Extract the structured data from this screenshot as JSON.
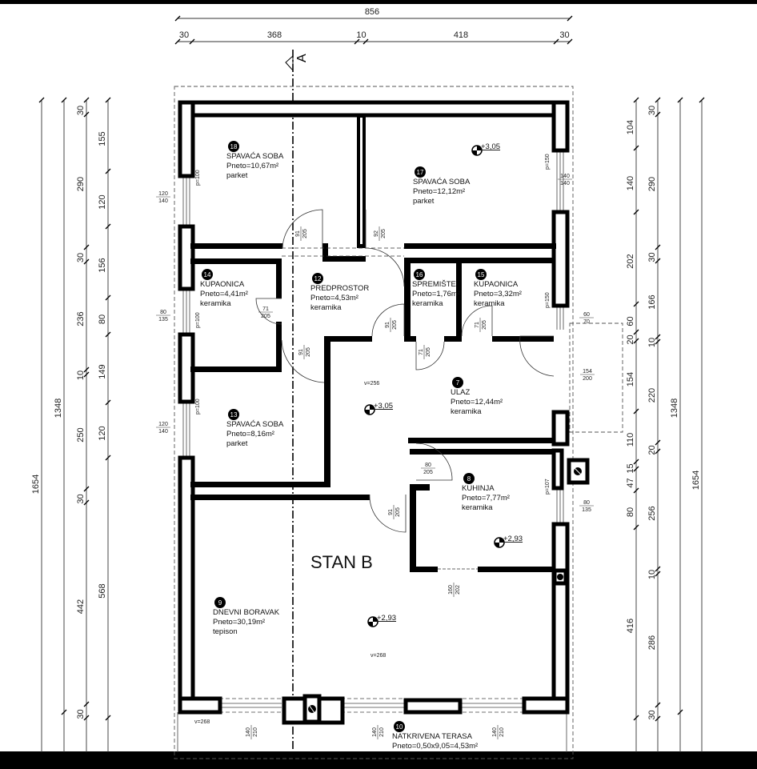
{
  "section_marker": "A",
  "title": "STAN B",
  "dimensions": {
    "top_total": "856",
    "top_chain": [
      "30",
      "368",
      "10",
      "418",
      "30"
    ],
    "left_total": "1654",
    "left_mid": "1348",
    "left_a": [
      "30",
      "290",
      "30",
      "236",
      "10",
      "250",
      "30",
      "442",
      "30"
    ],
    "left_b": [
      "155",
      "120",
      "156",
      "80",
      "149",
      "120",
      "568"
    ],
    "right_a": [
      "104",
      "140",
      "202",
      "60",
      "20",
      "154",
      "110",
      "15",
      "47",
      "80",
      "416"
    ],
    "right_b": [
      "30",
      "290",
      "30",
      "166",
      "10",
      "220",
      "20",
      "256",
      "10",
      "286",
      "30"
    ],
    "right_mid": "1348",
    "right_total": "1654"
  },
  "rooms": [
    {
      "num": "18",
      "name": "SPAVAĆA SOBA",
      "area": "Pneto=10,67m²",
      "floor": "parket"
    },
    {
      "num": "17",
      "name": "SPAVAĆA SOBA",
      "area": "Pneto=12,12m²",
      "floor": "parket"
    },
    {
      "num": "14",
      "name": "KUPAONICA",
      "area": "Pneto=4,41m²",
      "floor": "keramika"
    },
    {
      "num": "12",
      "name": "PREDPROSTOR",
      "area": "Pneto=4,53m²",
      "floor": "keramika"
    },
    {
      "num": "16",
      "name": "SPREMIŠTE",
      "area": "Pneto=1,76m²",
      "floor": "keramika"
    },
    {
      "num": "15",
      "name": "KUPAONICA",
      "area": "Pneto=3,32m²",
      "floor": "keramika"
    },
    {
      "num": "7",
      "name": "ULAZ",
      "area": "Pneto=12,44m²",
      "floor": "keramika"
    },
    {
      "num": "13",
      "name": "SPAVAĆA SOBA",
      "area": "Pneto=8,16m²",
      "floor": "parket"
    },
    {
      "num": "8",
      "name": "KUHINJA",
      "area": "Pneto=7,77m²",
      "floor": "keramika"
    },
    {
      "num": "9",
      "name": "DNEVNI BORAVAK",
      "area": "Pneto=30,19m²",
      "floor": "tepison"
    },
    {
      "num": "10",
      "name": "NATKRIVENA TERASA",
      "area": "Pneto=0,50x9,05=4,53m²",
      "floor": ""
    }
  ],
  "levels": [
    "+3,05",
    "+3,05",
    "+2,93",
    "+2,93"
  ],
  "heights": [
    "v=256",
    "v=268",
    "v=268"
  ],
  "openings": [
    {
      "top": "91",
      "bottom": "205"
    },
    {
      "top": "92",
      "bottom": "205"
    },
    {
      "top": "71",
      "bottom": "205"
    },
    {
      "top": "91",
      "bottom": "205"
    },
    {
      "top": "71",
      "bottom": "205"
    },
    {
      "top": "71",
      "bottom": "205"
    },
    {
      "top": "91",
      "bottom": "205"
    },
    {
      "top": "80",
      "bottom": "205"
    },
    {
      "top": "91",
      "bottom": "205"
    },
    {
      "top": "160",
      "bottom": "202"
    },
    {
      "top": "120",
      "bottom": "140"
    },
    {
      "top": "80",
      "bottom": "135"
    },
    {
      "top": "120",
      "bottom": "140"
    },
    {
      "top": "140",
      "bottom": "140"
    },
    {
      "top": "60",
      "bottom": "70"
    },
    {
      "top": "154",
      "bottom": "200"
    },
    {
      "top": "80",
      "bottom": "135"
    },
    {
      "top": "140",
      "bottom": "210"
    },
    {
      "top": "140",
      "bottom": "210"
    },
    {
      "top": "140",
      "bottom": "210"
    }
  ],
  "sill_heights": [
    "p=100",
    "p=100",
    "p=100",
    "p=150",
    "p=107",
    "p=150"
  ]
}
